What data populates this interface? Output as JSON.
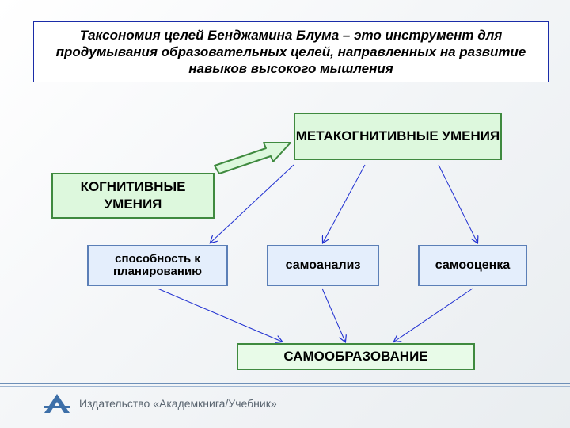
{
  "title": "Таксономия целей Бенджамина Блума – это инструмент для продумывания образовательных целей, направленных на развитие навыков высокого мышления",
  "nodes": {
    "metacognitive": "МЕТАКОГНИТИВНЫЕ УМЕНИЯ",
    "cognitive": "КОГНИТИВНЫЕ УМЕНИЯ",
    "planning": "способность к планированию",
    "self_analysis": "самоанализ",
    "self_evaluation": "самооценка",
    "self_education": "САМООБРАЗОВАНИЕ"
  },
  "footer": {
    "publisher": "Издательство «Академкнига/Учебник»"
  },
  "colors": {
    "title_border": "#1a2ca8",
    "green_fill": "#ddf8dd",
    "green_border": "#3f8a3f",
    "blue_fill": "#e4eefc",
    "blue_border": "#5b7fb7",
    "arrow": "#1f2fd1",
    "footer_line": "#6d8fb8"
  }
}
